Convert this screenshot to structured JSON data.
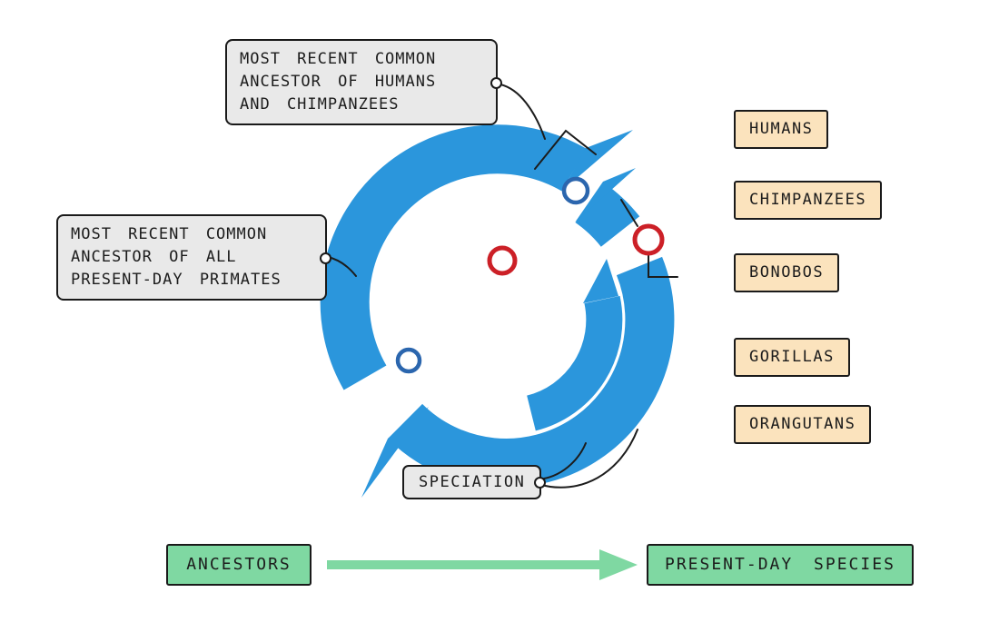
{
  "diagram": {
    "title": "circular-phylogenetic-tree-of-primates",
    "callouts": {
      "mrca_humans_chimps": {
        "lines": [
          "MOST RECENT COMMON",
          "ANCESTOR OF HUMANS",
          "AND CHIMPANZEES"
        ]
      },
      "mrca_all_primates": {
        "lines": [
          "MOST RECENT COMMON",
          "ANCESTOR OF ALL",
          "PRESENT-DAY PRIMATES"
        ]
      },
      "speciation": {
        "label": "SPECIATION"
      }
    },
    "species": [
      "HUMANS",
      "CHIMPANZEES",
      "BONOBOS",
      "GORILLAS",
      "ORANGUTANS"
    ],
    "timeline": {
      "start": "ANCESTORS",
      "end": "PRESENT-DAY SPECIES"
    },
    "colors": {
      "spiral_blue": "#2b96dc",
      "node_ring_blue": "#2b66ae",
      "node_ring_red": "#cc2027",
      "species_box_fill": "#fbe3bd",
      "callout_fill": "#e9e9e9",
      "timeline_green": "#7fd8a2",
      "outline": "#1a1a1a"
    },
    "icons": {
      "spiral": "phylogeny-spiral",
      "red_node": "speciation-node-red",
      "blue_node": "speciation-node-blue",
      "connector_dot": "tag-connector-dot",
      "arrow": "time-direction-arrow"
    }
  }
}
